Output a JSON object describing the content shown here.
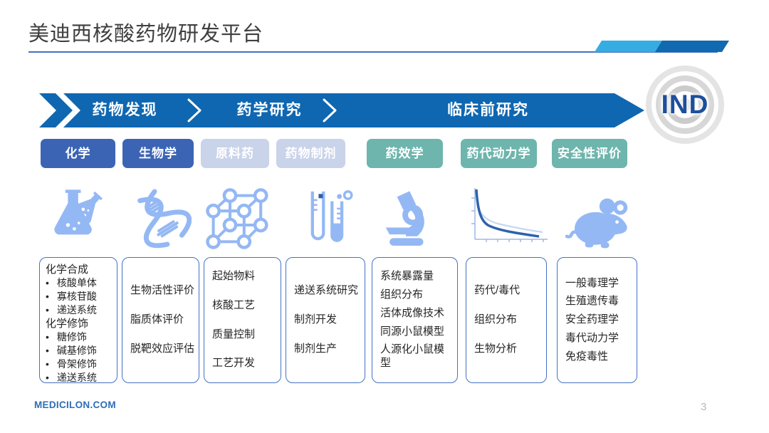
{
  "header": {
    "title": "美迪西核酸药物研发平台"
  },
  "flow": {
    "stages": [
      {
        "label": "药物发现"
      },
      {
        "label": "药学研究"
      },
      {
        "label": "临床前研究"
      }
    ],
    "endpoint_label": "IND"
  },
  "categories": [
    {
      "label": "化学",
      "style": "blue"
    },
    {
      "label": "生物学",
      "style": "blue"
    },
    {
      "label": "原料药",
      "style": "light"
    },
    {
      "label": "药物制剂",
      "style": "light"
    },
    {
      "label": "药效学",
      "style": "teal"
    },
    {
      "label": "药代动力学",
      "style": "teal"
    },
    {
      "label": "安全性评价",
      "style": "teal"
    }
  ],
  "icons": [
    {
      "name": "chemistry-flasks-icon"
    },
    {
      "name": "dna-helix-icon"
    },
    {
      "name": "molecule-network-icon"
    },
    {
      "name": "test-tubes-icon"
    },
    {
      "name": "microscope-icon"
    },
    {
      "name": "pk-curve-chart-icon"
    },
    {
      "name": "mouse-icon"
    }
  ],
  "columns": [
    {
      "spacing": "list",
      "items": [
        {
          "type": "heading",
          "text": "化学合成"
        },
        {
          "type": "bullet",
          "text": "核酸单体"
        },
        {
          "type": "bullet",
          "text": "寡核苷酸"
        },
        {
          "type": "bullet",
          "text": "递送系统"
        },
        {
          "type": "heading",
          "text": "化学修饰"
        },
        {
          "type": "bullet",
          "text": "糖修饰"
        },
        {
          "type": "bullet",
          "text": "碱基修饰"
        },
        {
          "type": "bullet",
          "text": "骨架修饰"
        },
        {
          "type": "bullet",
          "text": "递送系统"
        }
      ]
    },
    {
      "spacing": "wide",
      "items": [
        {
          "type": "line",
          "text": "生物活性评价"
        },
        {
          "type": "line",
          "text": "脂质体评价"
        },
        {
          "type": "line",
          "text": "脱靶效应评估"
        }
      ]
    },
    {
      "spacing": "wide",
      "items": [
        {
          "type": "line",
          "text": "起始物料"
        },
        {
          "type": "line",
          "text": "核酸工艺"
        },
        {
          "type": "line",
          "text": "质量控制"
        },
        {
          "type": "line",
          "text": "工艺开发"
        }
      ]
    },
    {
      "spacing": "wide",
      "items": [
        {
          "type": "line",
          "text": "递送系统研究"
        },
        {
          "type": "line",
          "text": "制剂开发"
        },
        {
          "type": "line",
          "text": "制剂生产"
        }
      ]
    },
    {
      "spacing": "narrow",
      "items": [
        {
          "type": "line",
          "text": "系统暴露量"
        },
        {
          "type": "line",
          "text": "组织分布"
        },
        {
          "type": "line",
          "text": "活体成像技术"
        },
        {
          "type": "line",
          "text": "同源小鼠模型"
        },
        {
          "type": "line",
          "text": "人源化小鼠模型"
        }
      ]
    },
    {
      "spacing": "wide",
      "items": [
        {
          "type": "line",
          "text": "药代/毒代"
        },
        {
          "type": "line",
          "text": "组织分布"
        },
        {
          "type": "line",
          "text": "生物分析"
        }
      ]
    },
    {
      "spacing": "narrow",
      "items": [
        {
          "type": "line",
          "text": "一般毒理学"
        },
        {
          "type": "line",
          "text": "生殖遗传毒"
        },
        {
          "type": "line",
          "text": "安全药理学"
        },
        {
          "type": "line",
          "text": "毒代动力学"
        },
        {
          "type": "line",
          "text": "免疫毒性"
        }
      ]
    }
  ],
  "footer": {
    "website": "MEDICILON.COM",
    "page_number": "3"
  },
  "colors": {
    "arrow_bar": "#0f67b1",
    "button_blue": "#3c64b4",
    "button_light": "#c9d3e9",
    "button_teal": "#6db5ad",
    "icon_blue": "#94b8f4",
    "box_border": "#4472c4",
    "accent": "#4472c4",
    "ribbon_light": "#35ade3",
    "ribbon_dark": "#1169b0",
    "ind": "#1d4f9c"
  }
}
